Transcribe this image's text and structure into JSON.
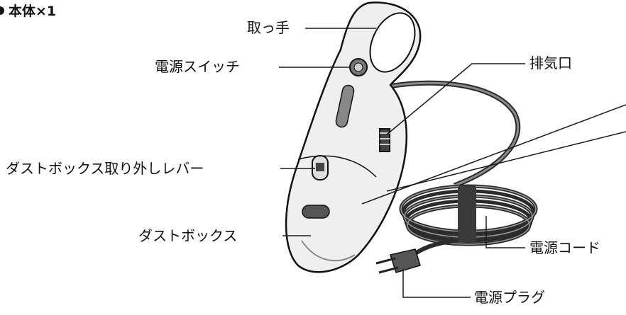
{
  "title": "本体×1",
  "labels": {
    "handle": "取っ手",
    "power_switch": "電源スイッチ",
    "exhaust": "排気口",
    "release_lever": "ダストボックス取り外しレバー",
    "dust_box": "ダストボックス",
    "power_cord": "電源コード",
    "power_plug": "電源プラグ"
  },
  "colors": {
    "line": "#1a1a1a",
    "body": "#efefef",
    "dark": "#555555",
    "cord": "#2b2b2b"
  }
}
